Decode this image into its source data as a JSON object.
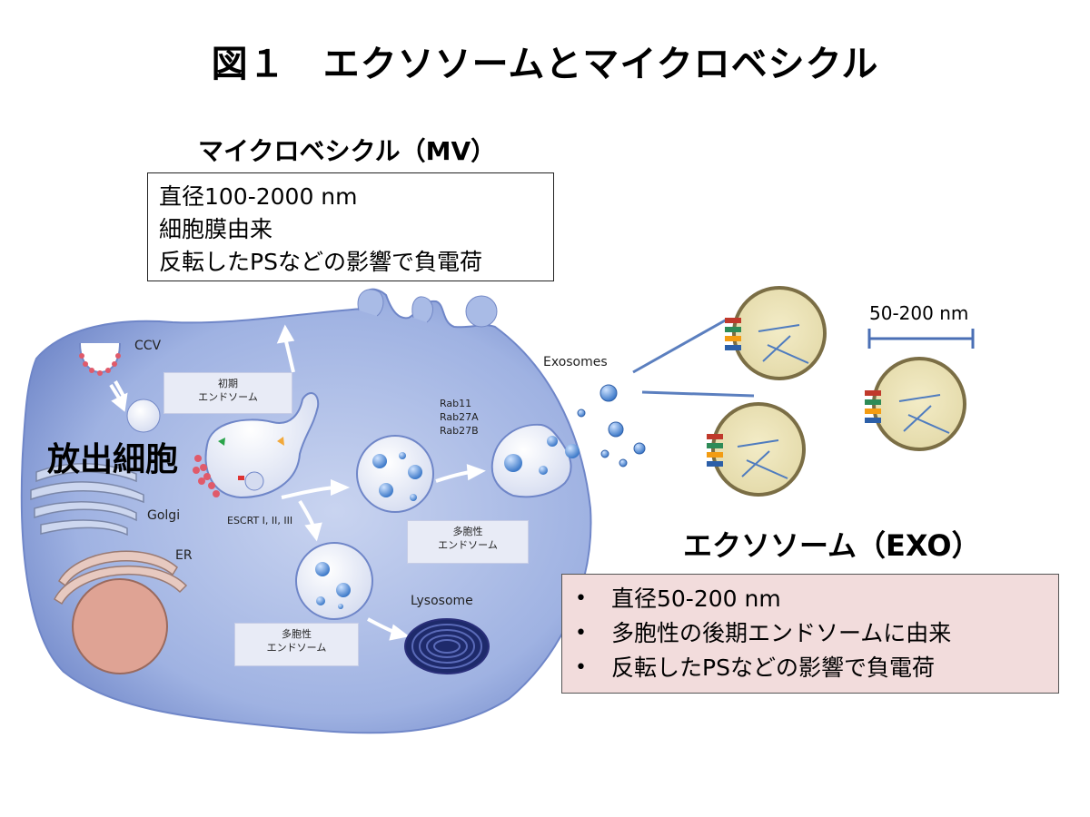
{
  "title": "図１　エクソソームとマイクロベシクル",
  "mv": {
    "heading": "マイクロベシクル（MV）",
    "lines": [
      "直径100-2000 nm",
      "細胞膜由来",
      "反転したPSなどの影響で負電荷"
    ]
  },
  "exo": {
    "heading": "エクソソーム（EXO）",
    "bullet": "•",
    "items": [
      "直径50-200 nm",
      "多胞性の後期エンドソームに由来",
      "反転したPSなどの影響で負電荷"
    ],
    "scale_label": "50-200 nm"
  },
  "cell": {
    "name": "放出細胞",
    "ccv": "CCV",
    "golgi": "Golgi",
    "er": "ER",
    "early_endosome": [
      "初期",
      "エンドソーム"
    ],
    "escrt": "ESCRT I, II, III",
    "mvb_upper": [
      "多胞性",
      "エンドソーム"
    ],
    "mvb_lower": [
      "多胞性",
      "エンドソーム"
    ],
    "rab": [
      "Rab11",
      "Rab27A",
      "Rab27B"
    ],
    "lysosome": "Lysosome",
    "exosomes": "Exosomes"
  },
  "colors": {
    "cell_fill": "#8fa4d8",
    "mv_box_bg": "#ffffff",
    "exo_box_bg": "#f2dcdc",
    "lysosome": "#2a2f7a"
  }
}
